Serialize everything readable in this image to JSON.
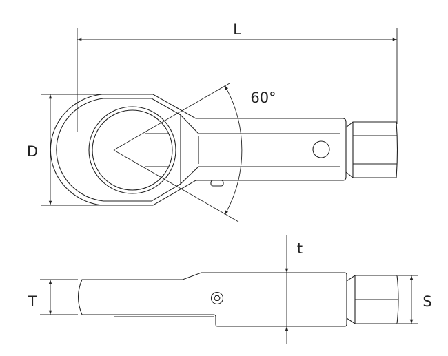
{
  "labels": {
    "length": "L",
    "diameter": "D",
    "angle": "60°",
    "thickness_small": "t",
    "thickness": "T",
    "socket_size": "S"
  }
}
